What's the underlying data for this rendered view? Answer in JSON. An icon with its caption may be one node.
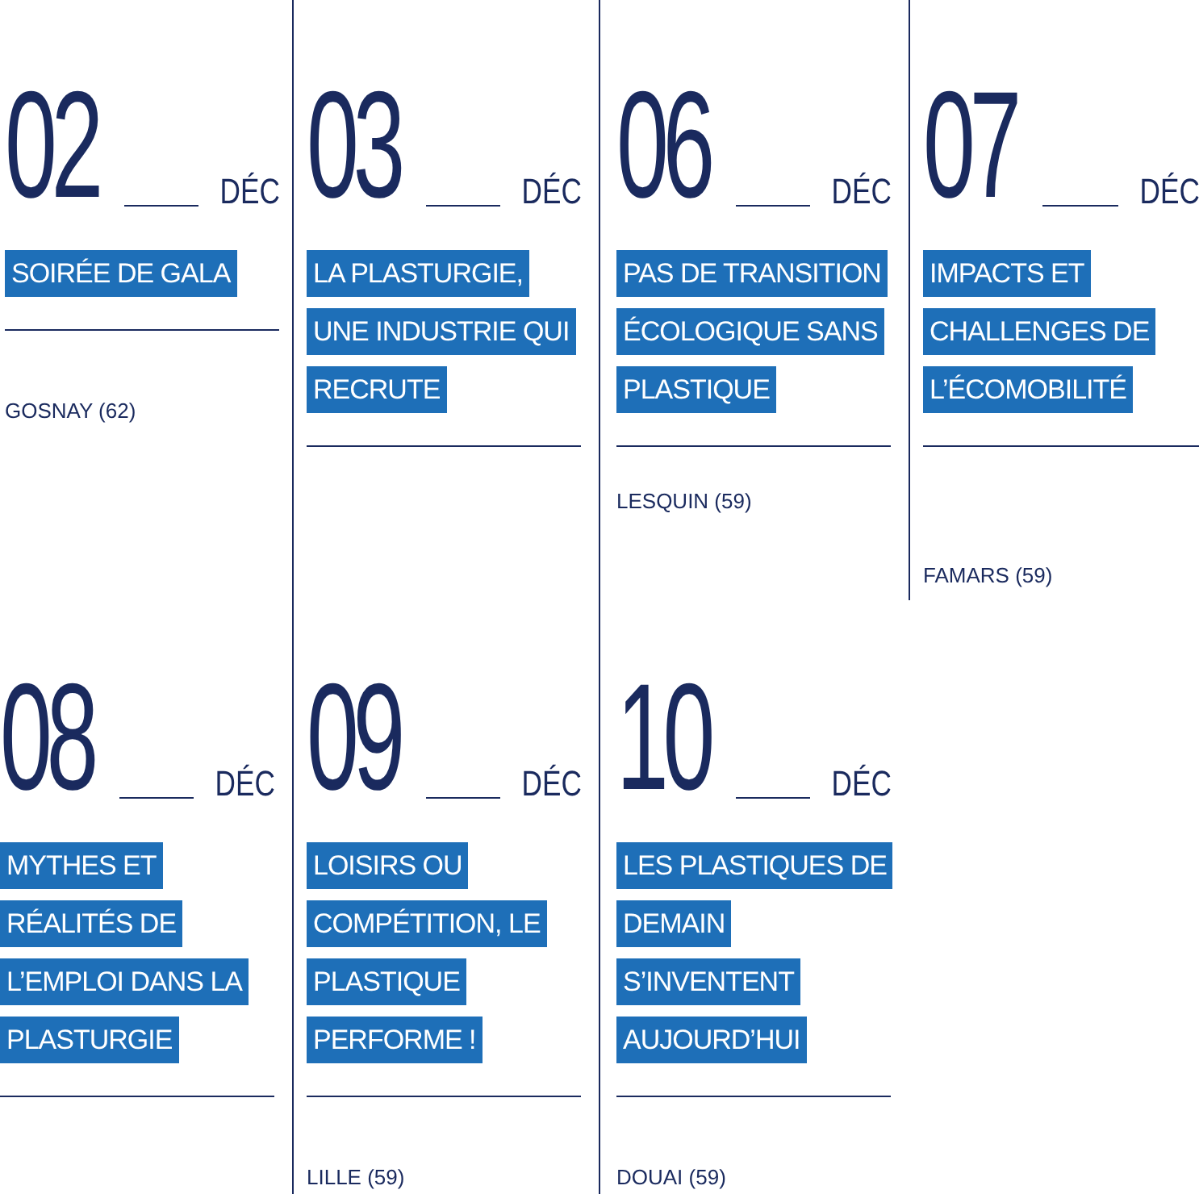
{
  "diagram": {
    "nodes": [
      {
        "text": [
          "02",
          "DÉC",
          "SOIRÉE DE GALA",
          "GOSNAY (62)"
        ]
      },
      {
        "text": [
          "03",
          "DÉC",
          "LA PLASTURGIE, UNE INDUSTRIE QUI RECRUTE"
        ]
      },
      {
        "text": [
          "06",
          "DÉC",
          "PAS DE TRANSITION ÉCOLOGIQUE SANS PLASTIQUE",
          "LESQUIN (59)"
        ]
      },
      {
        "text": [
          "07",
          "DÉC",
          "IMPACTS ET CHALLENGES DE L’ÉCOMOBILITÉ",
          "FAMARS (59)"
        ]
      },
      {
        "text": [
          "08",
          "DÉC",
          "MYTHES ET RÉALITÉS DE L’EMPLOI DANS LA PLASTURGIE"
        ]
      },
      {
        "text": [
          "09",
          "DÉC",
          "LOISIRS OU COMPÉTITION, LE PLASTIQUE PERFORME !",
          "LILLE (59)"
        ]
      },
      {
        "text": [
          "10",
          "DÉC",
          "LES PLASTIQUES DE DEMAIN S’INVENTENT AUJOURD’HUI",
          "DOUAI (59)"
        ]
      }
    ]
  }
}
